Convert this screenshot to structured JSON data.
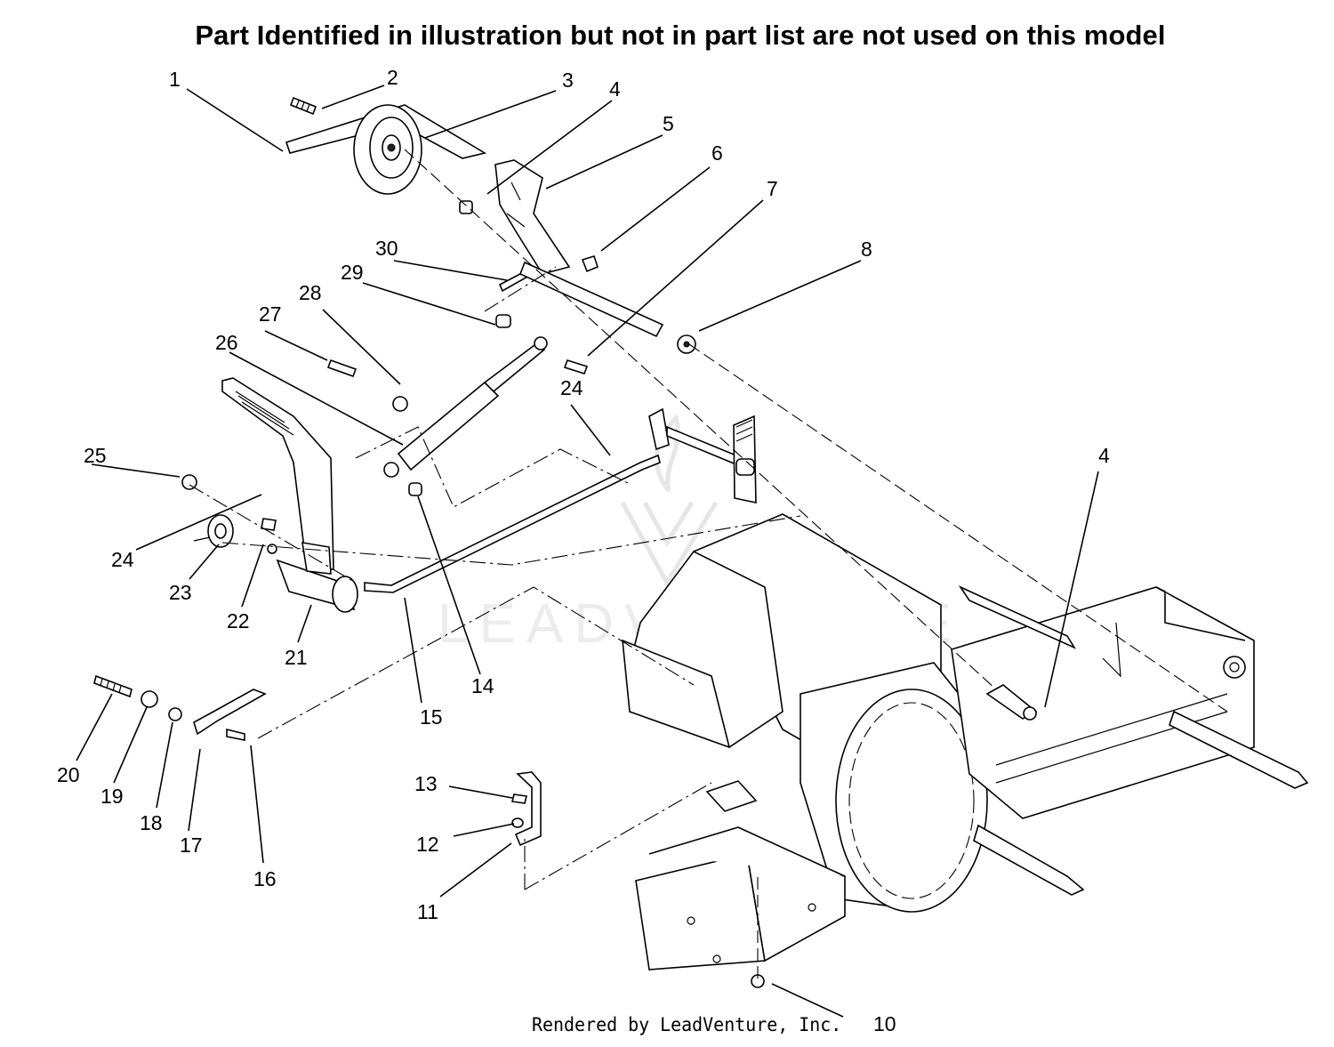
{
  "header": {
    "title": "Part Identified in illustration but not in part list are not used on this model"
  },
  "footer": {
    "credit": "Rendered by LeadVenture, Inc."
  },
  "watermark": {
    "text": "LEADVENTURE"
  },
  "callouts": [
    {
      "id": "c1",
      "label": "1"
    },
    {
      "id": "c2",
      "label": "2"
    },
    {
      "id": "c3",
      "label": "3"
    },
    {
      "id": "c4a",
      "label": "4"
    },
    {
      "id": "c5",
      "label": "5"
    },
    {
      "id": "c6",
      "label": "6"
    },
    {
      "id": "c7",
      "label": "7"
    },
    {
      "id": "c8",
      "label": "8"
    },
    {
      "id": "c30",
      "label": "30"
    },
    {
      "id": "c29",
      "label": "29"
    },
    {
      "id": "c28",
      "label": "28"
    },
    {
      "id": "c27",
      "label": "27"
    },
    {
      "id": "c26",
      "label": "26"
    },
    {
      "id": "c24a",
      "label": "24"
    },
    {
      "id": "c4b",
      "label": "4"
    },
    {
      "id": "c25",
      "label": "25"
    },
    {
      "id": "c24b",
      "label": "24"
    },
    {
      "id": "c23",
      "label": "23"
    },
    {
      "id": "c22",
      "label": "22"
    },
    {
      "id": "c21",
      "label": "21"
    },
    {
      "id": "c15",
      "label": "15"
    },
    {
      "id": "c14",
      "label": "14"
    },
    {
      "id": "c20",
      "label": "20"
    },
    {
      "id": "c19",
      "label": "19"
    },
    {
      "id": "c18",
      "label": "18"
    },
    {
      "id": "c17",
      "label": "17"
    },
    {
      "id": "c16",
      "label": "16"
    },
    {
      "id": "c13",
      "label": "13"
    },
    {
      "id": "c12",
      "label": "12"
    },
    {
      "id": "c11",
      "label": "11"
    },
    {
      "id": "c10",
      "label": "10"
    }
  ]
}
